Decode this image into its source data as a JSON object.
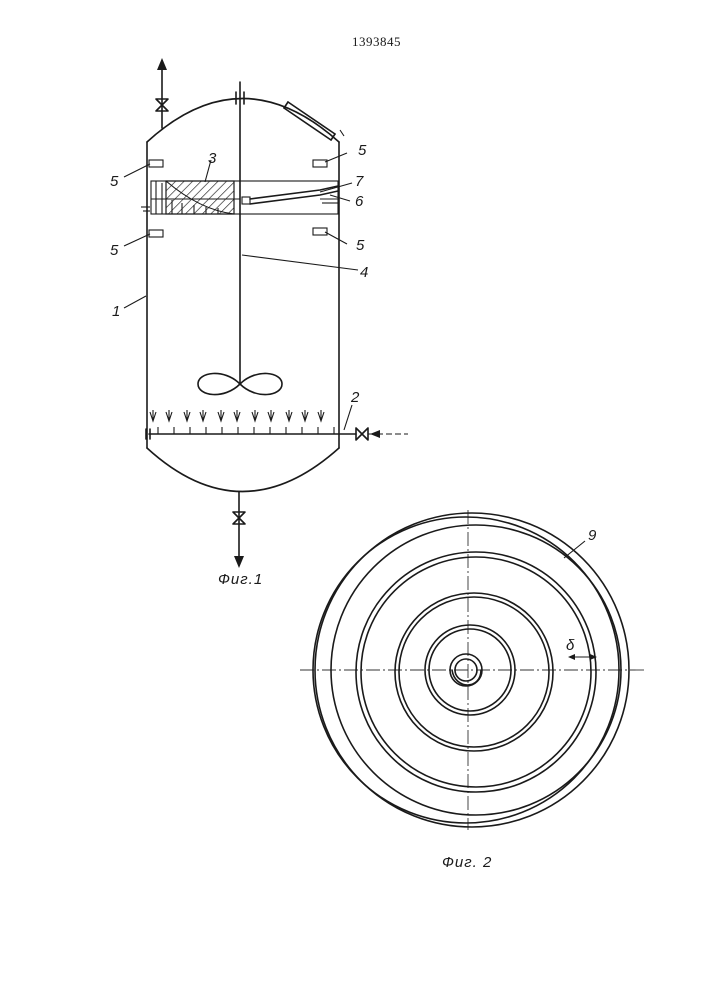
{
  "document": {
    "patent_number": "1393845"
  },
  "figure1": {
    "caption": "Фиг.1",
    "labels": {
      "vessel": "1",
      "sparger": "2",
      "carrier": "3",
      "shaft": "4",
      "support": "5",
      "tube": "6",
      "holder": "7"
    }
  },
  "figure2": {
    "caption": "Фиг. 2",
    "labels": {
      "spiral": "9",
      "gap": "δ"
    }
  }
}
